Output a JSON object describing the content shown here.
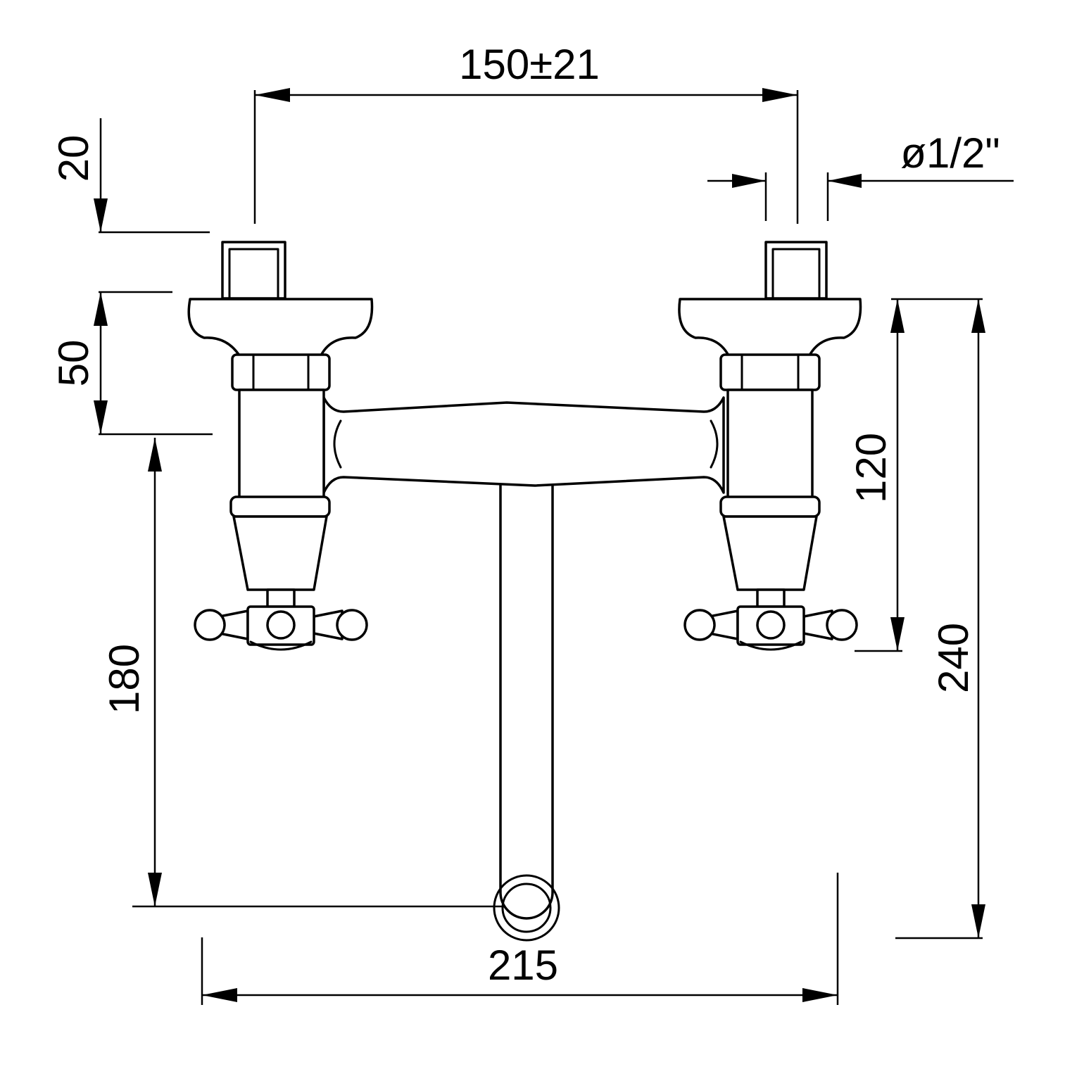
{
  "dimensions": {
    "handle_spacing": "150±21",
    "connection_size": "ø1/2\"",
    "top_offset": "20",
    "rosette_height": "50",
    "spout_height": "180",
    "valve_height": "120",
    "overall_height": "240",
    "spout_projection": "215"
  },
  "colors": {
    "line": "#000000",
    "background": "#ffffff"
  }
}
